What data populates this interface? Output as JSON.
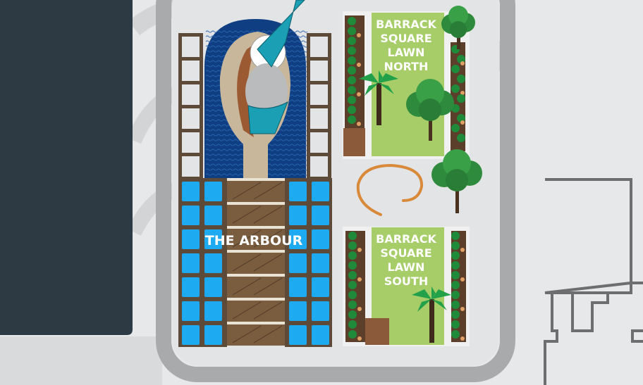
{
  "map": {
    "areas": {
      "arbour": {
        "label": "THE ARBOUR"
      },
      "lawn_north": {
        "label_lines": [
          "BARRACK",
          "SQUARE",
          "LAWN",
          "NORTH"
        ]
      },
      "lawn_south": {
        "label_lines": [
          "BARRACK",
          "SQUARE",
          "LAWN",
          "SOUTH"
        ]
      }
    },
    "colors": {
      "building": "#2d3a44",
      "road": "#a8aaac",
      "lawn": "#a6cd68",
      "water": "#0f3f82",
      "pool_tiles": "#1eaaf0",
      "timber": "#7a5c3f",
      "planter": "#5b3f2a",
      "tree": "#2e8a3c",
      "path_arrow": "#d9893a"
    }
  }
}
